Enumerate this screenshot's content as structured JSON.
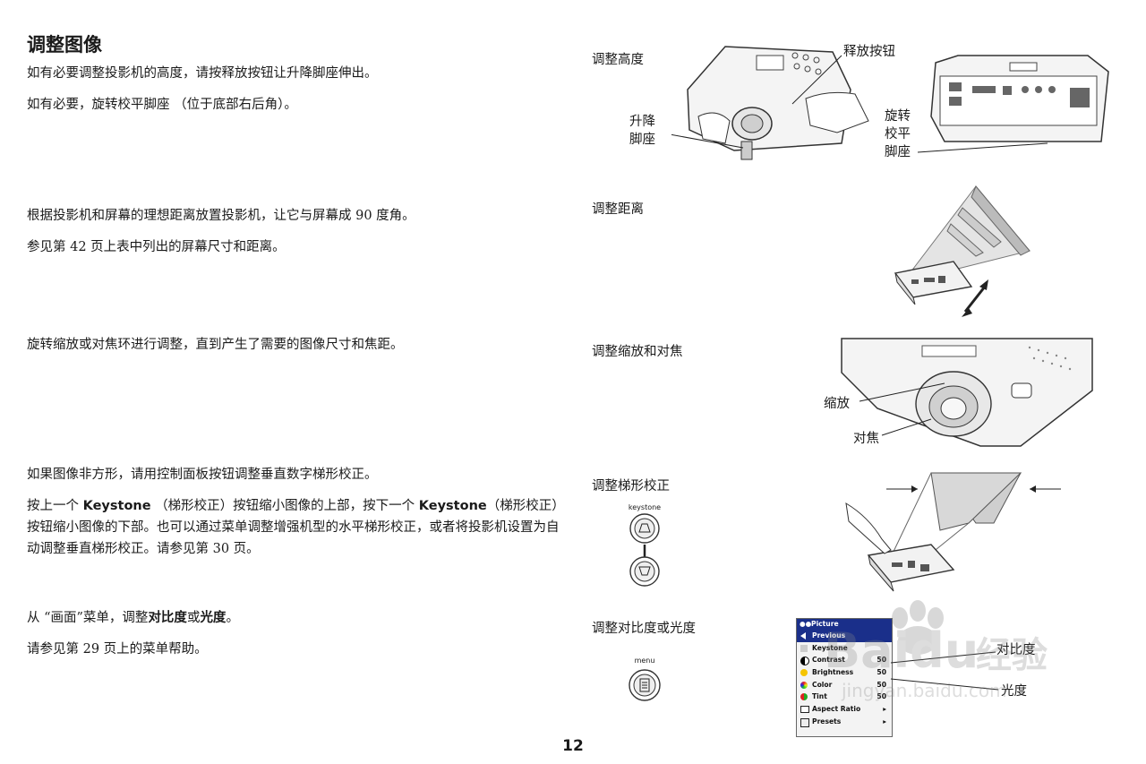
{
  "page": {
    "title": "调整图像",
    "page_number": "12"
  },
  "sections": {
    "height": {
      "paragraphs": [
        "如有必要调整投影机的高度，请按释放按钮让升降脚座伸出。",
        "如有必要，旋转校平脚座 （位于底部右后角）。"
      ],
      "caption": "调整高度",
      "labels": {
        "release": "释放按钮",
        "elev_1": "升降",
        "elev_2": "脚座",
        "level_1": "旋转",
        "level_2": "校平",
        "level_3": "脚座"
      }
    },
    "distance": {
      "paragraphs": [
        "根据投影机和屏幕的理想距离放置投影机，让它与屏幕成 90 度角。",
        "参见第  42 页上表中列出的屏幕尺寸和距离。"
      ],
      "caption": "调整距离"
    },
    "zoom": {
      "paragraphs": [
        "旋转缩放或对焦环进行调整，直到产生了需要的图像尺寸和焦距。"
      ],
      "caption": "调整缩放和对焦",
      "labels": {
        "zoom": "缩放",
        "focus": "对焦"
      }
    },
    "keystone": {
      "para1": "如果图像非方形，请用控制面板按钮调整垂直数字梯形校正。",
      "para2": {
        "t1": "按上一个 ",
        "k1": "Keystone",
        "t2": " （梯形校正）按钮缩小图像的上部，按下一个 ",
        "k2": "Keystone",
        "t3": "（梯形校正）按钮缩小图像的下部。也可以通过菜单调整增强机型的水平梯形校正，或者将投影机设置为自动调整垂直梯形校正。请参见第  30 页。"
      },
      "caption": "调整梯形校正",
      "button_label": "keystone"
    },
    "contrast": {
      "para1": {
        "t1": "从 “画面”菜单，调整",
        "b1": "对比度",
        "t2": "或",
        "b2": "光度",
        "t3": "。"
      },
      "para2": "请参见第  29 页上的菜单帮助。",
      "caption": "调整对比度或光度",
      "button_label": "menu",
      "labels": {
        "contrast": "对比度",
        "brightness": "光度"
      }
    }
  },
  "menu": {
    "header": "Picture",
    "items": [
      {
        "label": "Previous",
        "value": ""
      },
      {
        "label": "Keystone",
        "value": ""
      },
      {
        "label": "Contrast",
        "value": "50"
      },
      {
        "label": "Brightness",
        "value": "50"
      },
      {
        "label": "Color",
        "value": "50"
      },
      {
        "label": "Tint",
        "value": "50"
      },
      {
        "label": "Aspect Ratio",
        "value": "▸"
      },
      {
        "label": "Presets",
        "value": "▸"
      }
    ]
  },
  "watermark": {
    "brand": "Baidu",
    "cn": "经验",
    "url": "jingyan.baidu.com"
  },
  "colors": {
    "menu_header": "#1a2f8a",
    "text": "#1a1a1a"
  }
}
